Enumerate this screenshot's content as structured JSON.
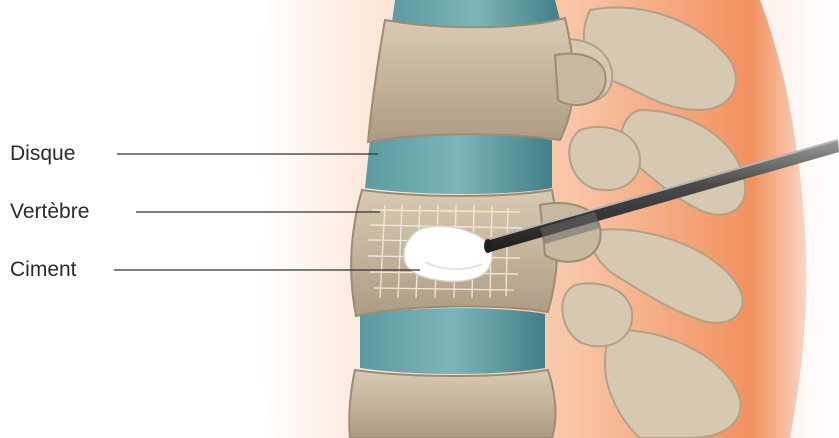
{
  "labels": {
    "disc": "Disque",
    "vertebra": "Vertèbre",
    "cement": "Ciment"
  },
  "colors": {
    "background": "#ffffff",
    "skin_light": "#fde6d8",
    "skin_mid": "#f6b48f",
    "skin_dark": "#ee8a59",
    "bone": "#c9b9a1",
    "bone_dark": "#a8977f",
    "bone_light": "#ddd0bb",
    "disc": "#4f8e96",
    "disc_light": "#77b1b6",
    "cement": "#ffffff",
    "cement_mesh": "#f3ece2",
    "needle": "#3e3e3e",
    "needle_highlight": "#9a9a9a",
    "leader_line": "#333333"
  }
}
